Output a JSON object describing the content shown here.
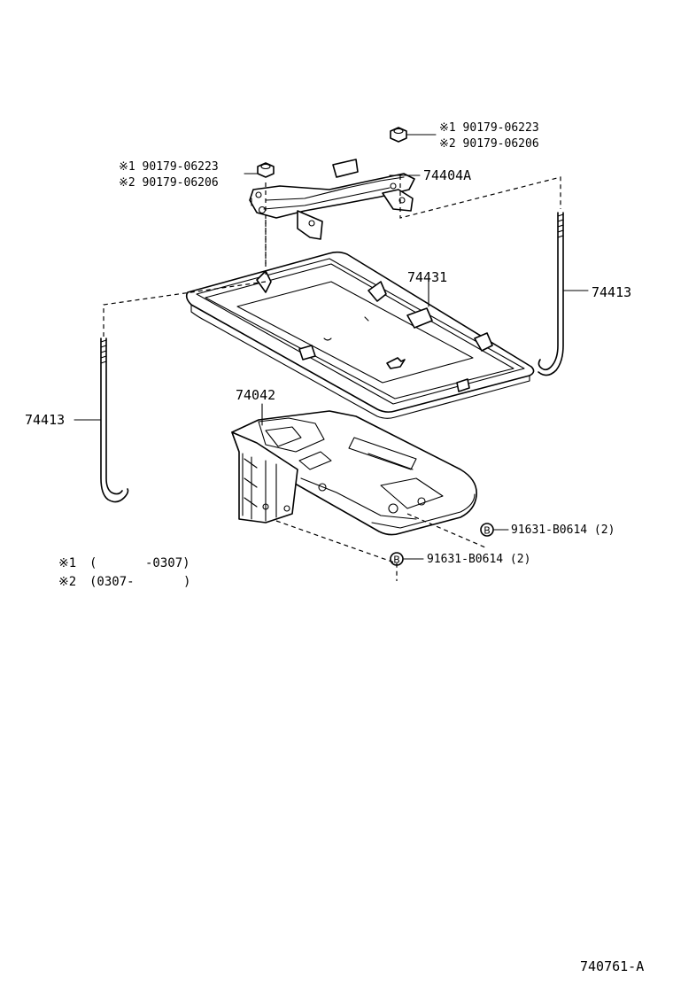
{
  "parts": {
    "nut_right": {
      "line1": "※1 90179-06223",
      "line2": "※2 90179-06206"
    },
    "nut_left": {
      "line1": "※1 90179-06223",
      "line2": "※2 90179-06206"
    },
    "clamp": "74404A",
    "tray_upper": "74431",
    "rod_right": "74413",
    "rod_left": "74413",
    "carrier": "74042",
    "bolt_symbol": "B",
    "bolt_right": "91631-B0614 (2)",
    "bolt_left": "91631-B0614 (2)"
  },
  "notes": {
    "n1_mark": "※1",
    "n1_paren_open": "(",
    "n1_value": "-0307)",
    "n2_mark": "※2",
    "n2_value": "(0307-",
    "n2_paren_close": ")"
  },
  "figure_id": "740761-A"
}
